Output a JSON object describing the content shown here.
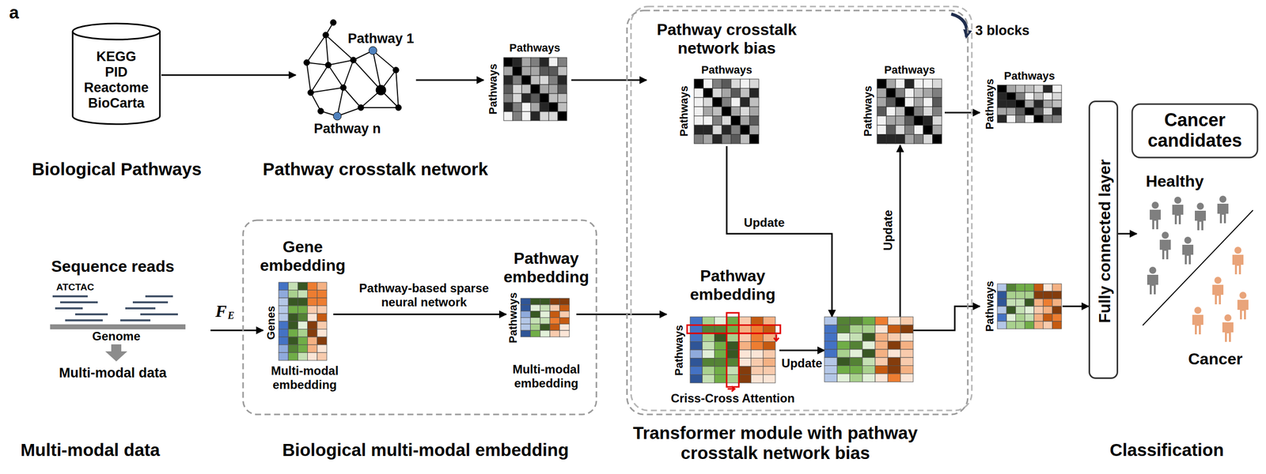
{
  "diagram": {
    "nodes": [
      {
        "text": [
          "KEGG PID Reactome BioCarta"
        ]
      },
      {
        "text": [
          "Pathway 1",
          "Pathway n"
        ]
      },
      {
        "text": [
          "Pathways",
          "Pathways"
        ]
      },
      {
        "text": [
          "Transformer module with pathway crosstalk network bias"
        ]
      },
      {
        "text": [
          "Pathway crosstalk network bias",
          "Pathways",
          "Pathways"
        ],
        "in": 3
      },
      {
        "text": [
          "Pathways",
          "Pathways"
        ],
        "in": 3
      },
      {
        "text": [
          "Pathway embedding",
          "Pathways",
          "Criss-Cross Attention"
        ],
        "in": 3
      },
      {
        "text": [],
        "in": 3
      },
      {
        "text": [
          "Pathways",
          "Pathways"
        ]
      },
      {
        "text": [
          "Pathways"
        ]
      },
      {
        "text": [
          "Fully connected layer"
        ]
      },
      {
        "text": [
          "Cancer candidates",
          "Healthy",
          "Cancer"
        ]
      },
      {
        "text": [
          "Sequence reads",
          "ATCTAC",
          "Genome",
          "Multi-modal data"
        ]
      },
      {
        "text": [
          "Biological multi-modal embedding"
        ]
      },
      {
        "text": [
          "Gene embedding",
          "Genes",
          "Multi-modal embedding"
        ],
        "in": 13
      },
      {
        "text": [
          "Pathway embedding",
          "Pathways",
          "Multi-modal embedding"
        ],
        "in": 13
      }
    ],
    "edges": [
      {
        "from": 0,
        "to": 1,
        "arrow": "to"
      },
      {
        "from": 1,
        "to": 2,
        "arrow": "to"
      },
      {
        "from": 2,
        "to": 4,
        "arrow": "to"
      },
      {
        "from": 4,
        "to": 7,
        "arrow": "to",
        "label": "Update"
      },
      {
        "from": 6,
        "to": 7,
        "arrow": "to",
        "label": "Update"
      },
      {
        "from": 7,
        "to": 5,
        "arrow": "to",
        "label": "Update"
      },
      {
        "from": 5,
        "to": 8,
        "arrow": "to"
      },
      {
        "from": 7,
        "to": 9,
        "arrow": "to"
      },
      {
        "from": 9,
        "to": 10,
        "arrow": "to"
      },
      {
        "from": 10,
        "to": 11,
        "arrow": "to"
      },
      {
        "from": 12,
        "to": 14,
        "arrow": "to",
        "label": "F"
      },
      {
        "from": 14,
        "to": 15,
        "arrow": "to",
        "label": "Pathway-based sparse neural network"
      },
      {
        "from": 15,
        "to": 6,
        "arrow": "to"
      }
    ],
    "labels": [
      "a",
      "Biological Pathways",
      "Pathway crosstalk network",
      "3 blocks",
      "Multi-modal data",
      "Classification",
      "E"
    ]
  }
}
